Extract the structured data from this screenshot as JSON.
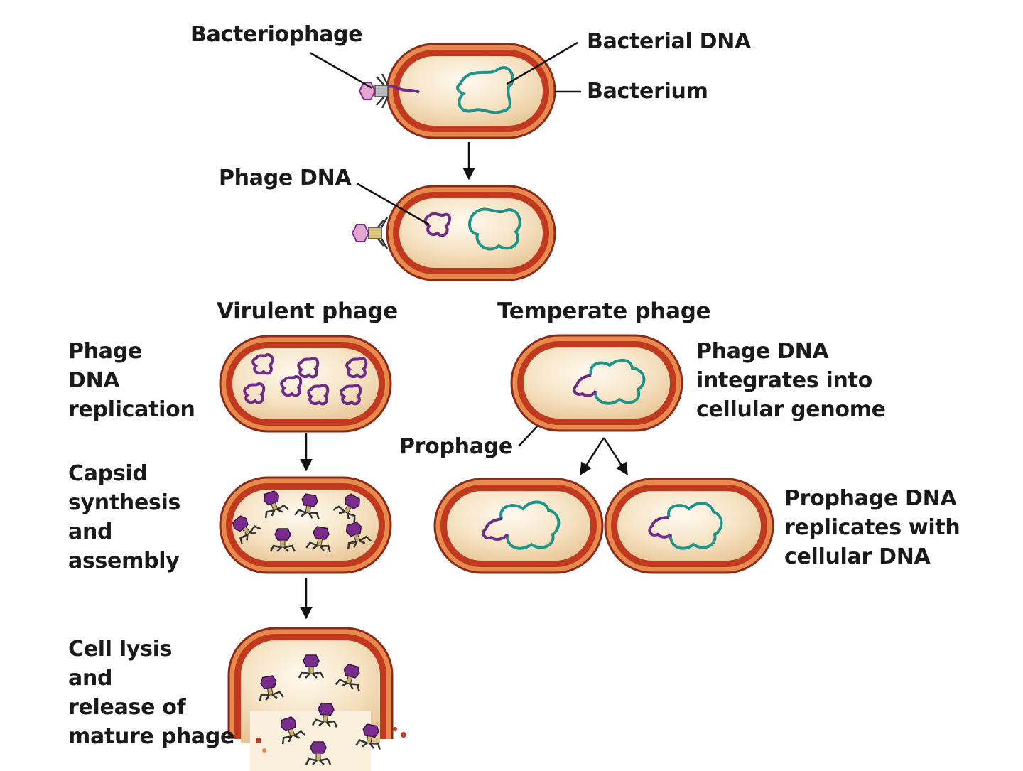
{
  "labels": {
    "bacteriophage": "Bacteriophage",
    "bacterial_dna": "Bacterial DNA",
    "bacterium": "Bacterium",
    "phage_dna": "Phage DNA",
    "virulent_phage": "Virulent phage",
    "temperate_phage": "Temperate phage",
    "prophage": "Prophage"
  },
  "virulent_steps": [
    [
      "Phage",
      "DNA",
      "replication"
    ],
    [
      "Capsid",
      "synthesis",
      "and",
      "assembly"
    ],
    [
      "Cell lysis",
      "and",
      "release of",
      "mature phage"
    ]
  ],
  "temperate_steps": [
    [
      "Phage DNA",
      "integrates into",
      "cellular genome"
    ],
    [
      "Prophage DNA",
      "replicates with",
      "cellular DNA"
    ]
  ],
  "colors": {
    "cell_wall": "#a8331c",
    "cell_interior": "#f3d9b1",
    "bacterial_dna": "#1e9488",
    "phage_dna": "#6e2b87",
    "phage_head": "#7a2c8e",
    "arrow": "#111111"
  }
}
